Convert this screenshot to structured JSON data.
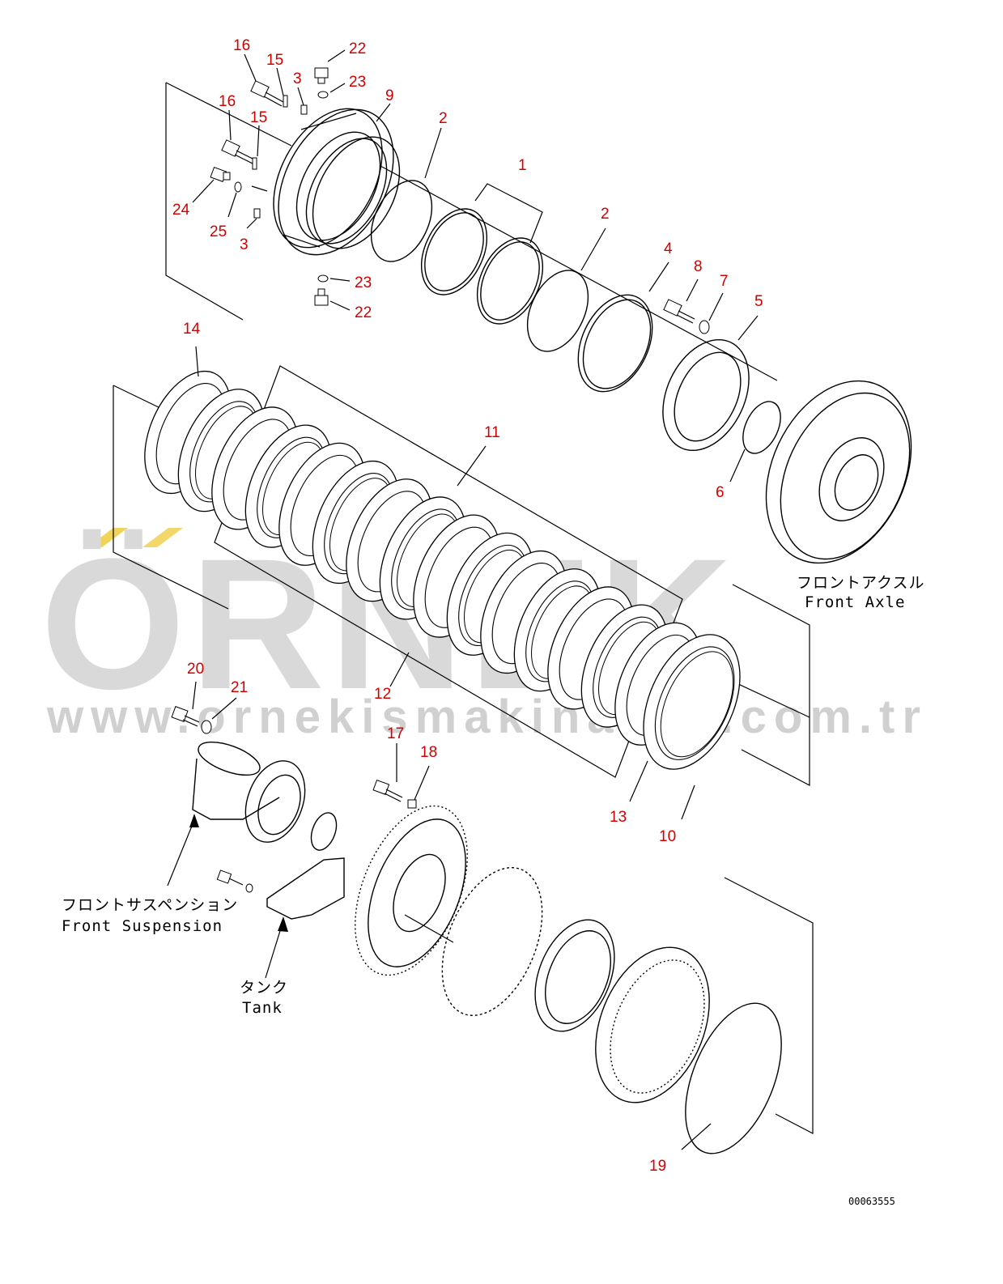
{
  "diagram": {
    "callouts": [
      {
        "id": "c16a",
        "text": "16"
      },
      {
        "id": "c15a",
        "text": "15"
      },
      {
        "id": "c3a",
        "text": "3"
      },
      {
        "id": "c22a",
        "text": "22"
      },
      {
        "id": "c23a",
        "text": "23"
      },
      {
        "id": "c9",
        "text": "9"
      },
      {
        "id": "c16b",
        "text": "16"
      },
      {
        "id": "c15b",
        "text": "15"
      },
      {
        "id": "c2a",
        "text": "2"
      },
      {
        "id": "c1",
        "text": "1"
      },
      {
        "id": "c24",
        "text": "24"
      },
      {
        "id": "c25",
        "text": "25"
      },
      {
        "id": "c3b",
        "text": "3"
      },
      {
        "id": "c23b",
        "text": "23"
      },
      {
        "id": "c22b",
        "text": "22"
      },
      {
        "id": "c2b",
        "text": "2"
      },
      {
        "id": "c4",
        "text": "4"
      },
      {
        "id": "c8",
        "text": "8"
      },
      {
        "id": "c7",
        "text": "7"
      },
      {
        "id": "c5",
        "text": "5"
      },
      {
        "id": "c14",
        "text": "14"
      },
      {
        "id": "c11",
        "text": "11"
      },
      {
        "id": "c6",
        "text": "6"
      },
      {
        "id": "c20",
        "text": "20"
      },
      {
        "id": "c21",
        "text": "21"
      },
      {
        "id": "c12",
        "text": "12"
      },
      {
        "id": "c17",
        "text": "17"
      },
      {
        "id": "c18",
        "text": "18"
      },
      {
        "id": "c13",
        "text": "13"
      },
      {
        "id": "c10",
        "text": "10"
      },
      {
        "id": "c19",
        "text": "19"
      }
    ],
    "captions": {
      "front_axle_jp": "フロントアクスル",
      "front_axle_en": "Front Axle",
      "front_suspension_jp": "フロントサスペンション",
      "front_suspension_en": "Front Suspension",
      "tank_jp": "タンク",
      "tank_en": "Tank"
    },
    "drawing_code": "00063555"
  },
  "watermark": {
    "brand": "ÖRNEK",
    "url": "www.ornekismakinalari.com.tr",
    "brand_color": "#d9d9d9",
    "accent_color": "#f2d35a"
  },
  "colors": {
    "callout": "#d40000",
    "line": "#000000"
  }
}
